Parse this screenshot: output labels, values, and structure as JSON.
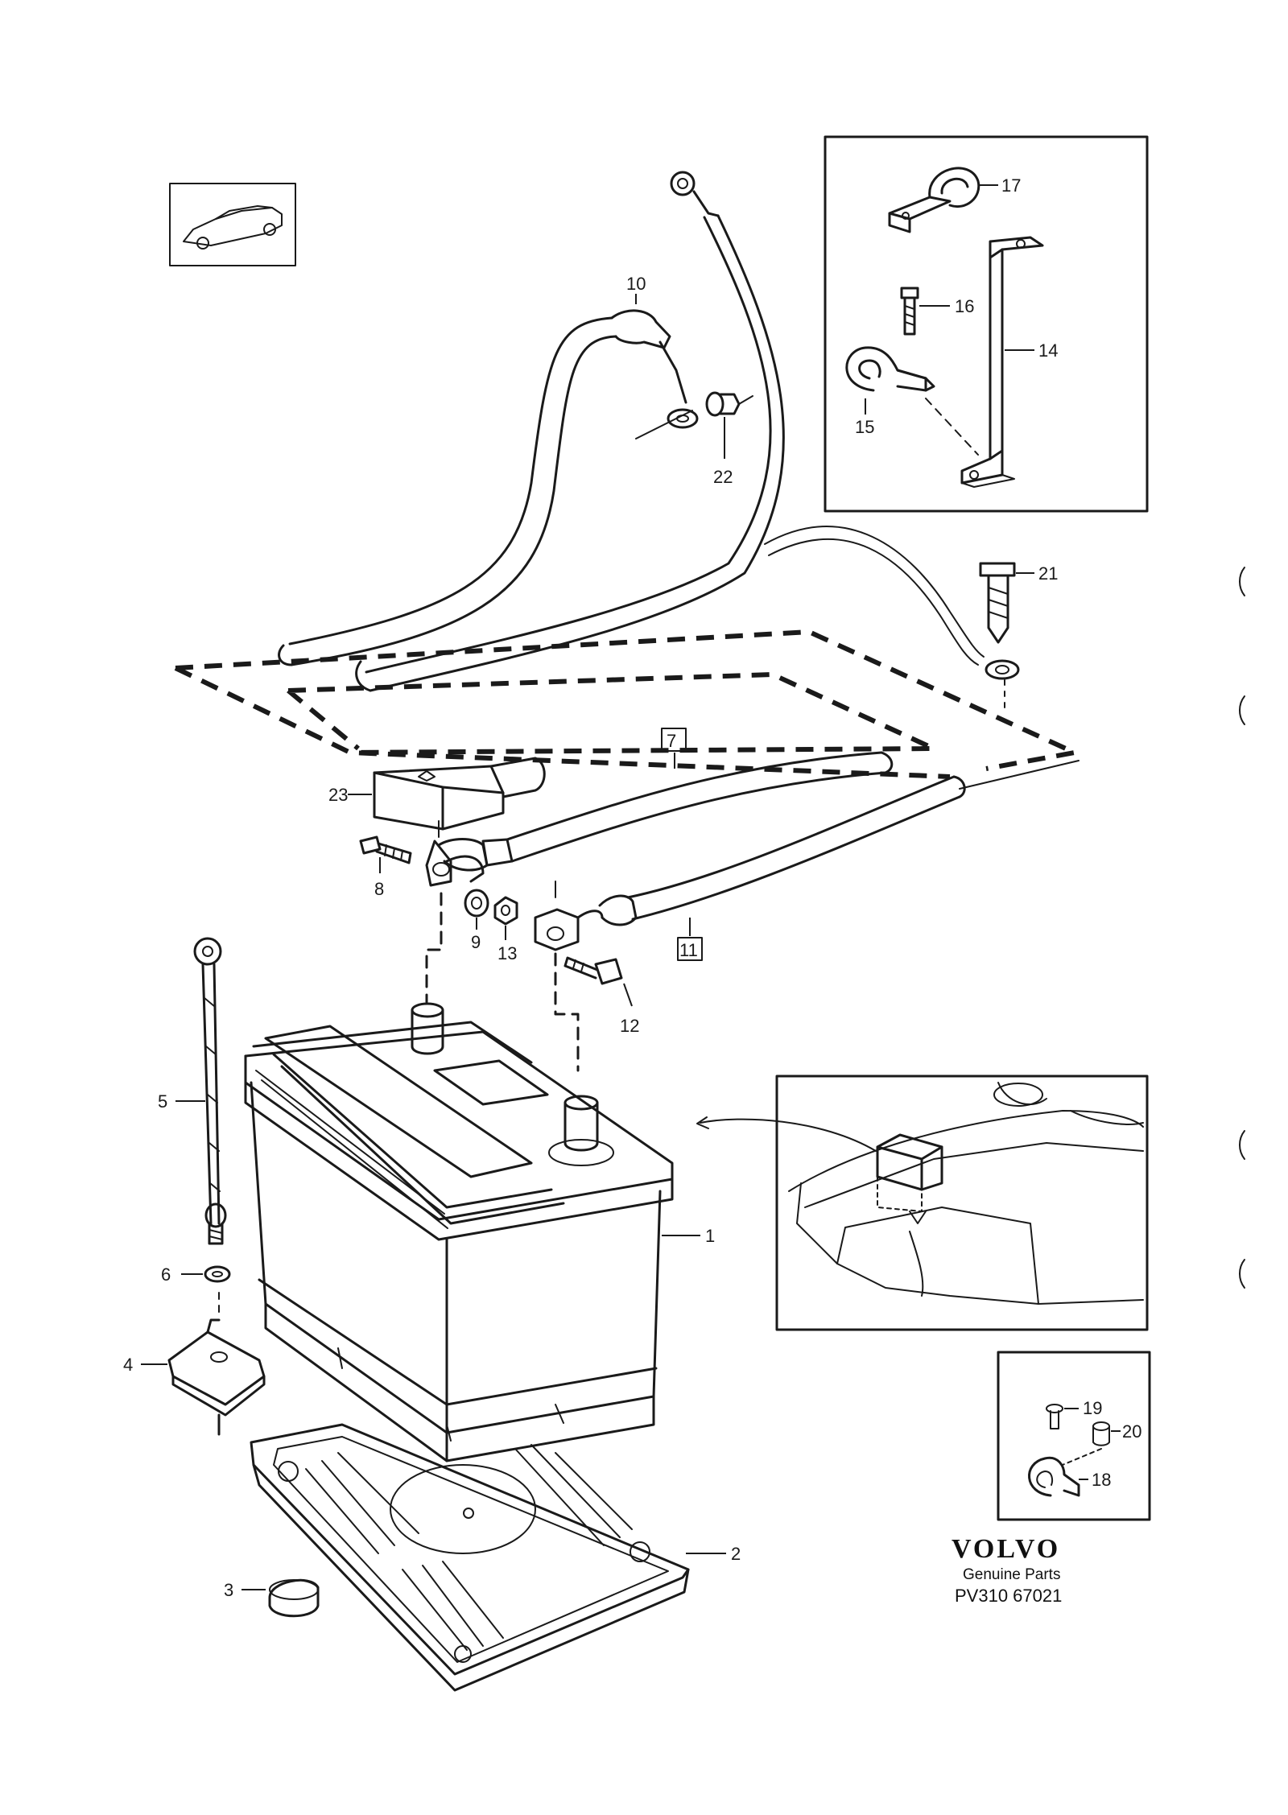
{
  "callouts": {
    "c1": "1",
    "c2": "2",
    "c3": "3",
    "c4": "4",
    "c5": "5",
    "c6": "6",
    "c7": "7",
    "c8": "8",
    "c9": "9",
    "c10": "10",
    "c11": "11",
    "c12": "12",
    "c13": "13",
    "c14": "14",
    "c15": "15",
    "c16": "16",
    "c17": "17",
    "c18": "18",
    "c19": "19",
    "c20": "20",
    "c21": "21",
    "c22": "22",
    "c23": "23"
  },
  "branding": {
    "logo": "VOLVO",
    "tagline": "Genuine Parts",
    "code": "PV310 67021"
  },
  "icons": {
    "vehicle": "car-thumbnail-icon"
  }
}
